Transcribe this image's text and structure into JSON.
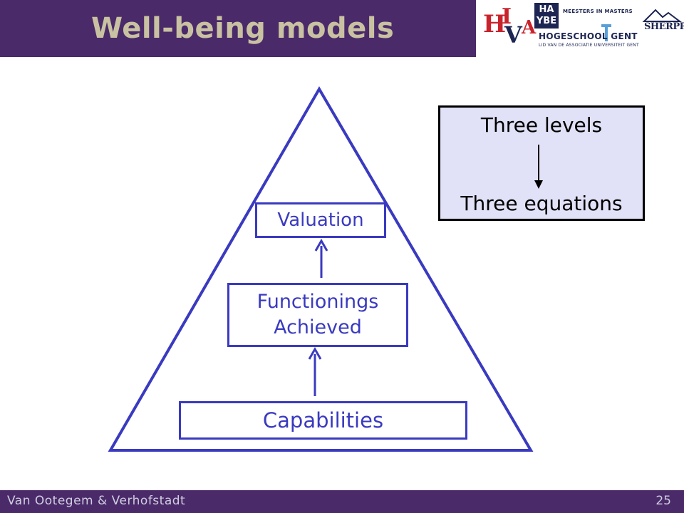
{
  "slide": {
    "title": "Well-being models"
  },
  "logos": {
    "hiva_letters": [
      "H",
      "I",
      "V",
      "A"
    ],
    "haybe_text": "HA YBE",
    "meesters_text": "MEESTERS IN MASTERS",
    "hogeschool_text": "HOGESCHOOL GENT",
    "lid_text": "LID VAN DE ASSOCIATIE UNIVERSITEIT GENT",
    "sherppa_text": "SHERPPA"
  },
  "pyramid": {
    "levels": [
      {
        "label": "Valuation"
      },
      {
        "label": "Functionings Achieved",
        "lines": [
          "Functionings",
          "Achieved"
        ]
      },
      {
        "label": "Capabilities"
      }
    ]
  },
  "info_box": {
    "top_text": "Three levels",
    "bottom_text": "Three equations"
  },
  "footer": {
    "authors": "Van Ootegem & Verhofstadt",
    "page_number": "25"
  },
  "colors": {
    "brand_purple": "#4b2a6a",
    "title_text": "#c9c2a2",
    "diagram_blue": "#3a3ac0",
    "info_box_fill": "#e1e1f7"
  }
}
